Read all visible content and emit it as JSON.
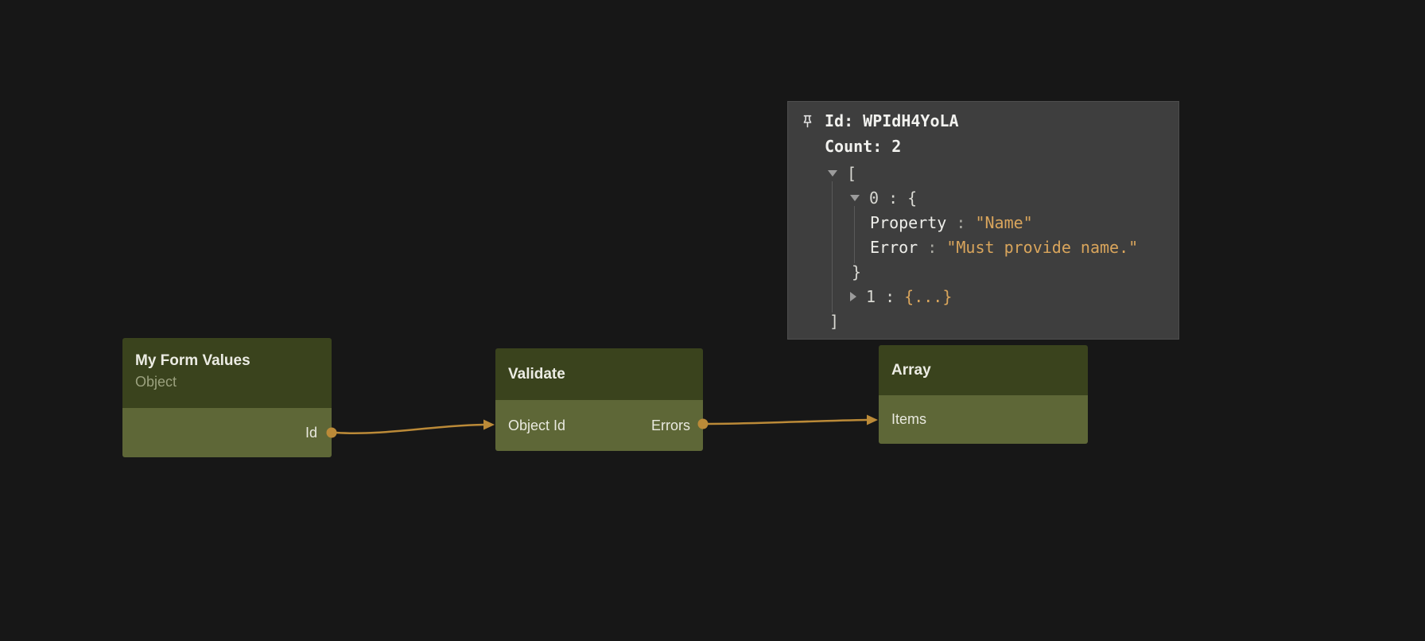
{
  "canvas": {
    "background": "#171717"
  },
  "colors": {
    "wire": "#bb8a38",
    "port": "#bb8a38",
    "node_header_bg": "#3a431d",
    "node_body_bg": "#5e6737",
    "panel_bg": "#3e3e3e",
    "string_value": "#d9a55c"
  },
  "panel": {
    "id_line": "Id: WPIdH4YoLA",
    "count_line": "Count: 2",
    "tree": {
      "open_bracket": "[",
      "item0_key": "0 : {",
      "property_key": "Property",
      "property_sep": " : ",
      "property_value": "\"Name\"",
      "error_key": "Error",
      "error_sep": " : ",
      "error_value": "\"Must provide name.\"",
      "item0_close": "}",
      "item1_key": "1 : ",
      "item1_value": "{...}",
      "close_bracket": "]"
    }
  },
  "nodes": {
    "form": {
      "title": "My Form Values",
      "subtitle": "Object",
      "output_label": "Id"
    },
    "validate": {
      "title": "Validate",
      "input_label": "Object Id",
      "output_label": "Errors"
    },
    "array": {
      "title": "Array",
      "input_label": "Items"
    }
  }
}
